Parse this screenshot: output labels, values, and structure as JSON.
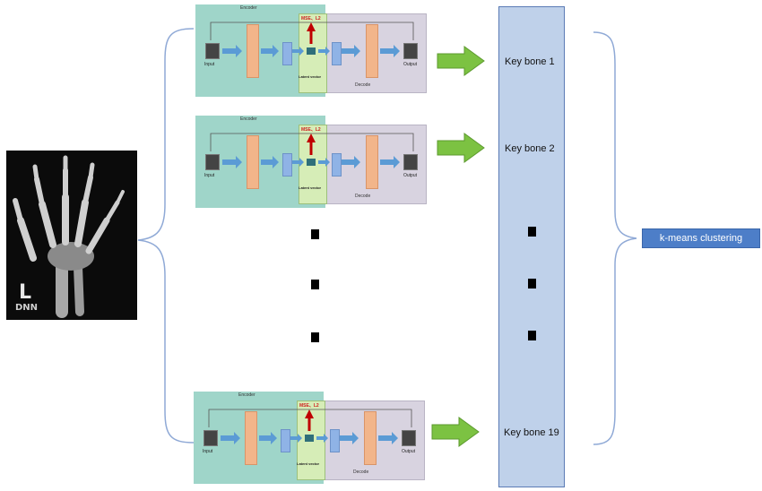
{
  "xray": {
    "mark_letter": "L",
    "mark_text": "DNN"
  },
  "autoencoder": {
    "encoder_label": "Encoder",
    "decoder_label": "Decode",
    "loss_label": "MSE、L2",
    "latent_label": "Latent vector",
    "input_label": "Input",
    "output_label": "Output"
  },
  "key_bones": [
    "Key bone 1",
    "Key bone 2",
    "Key bone 19"
  ],
  "clustering_label": "k-means clustering",
  "colors": {
    "encoder_bg": "#9fd5c9",
    "decoder_bg": "#d8d3e0",
    "latent_bg": "#d6edb7",
    "arrow_green": "#7cc242",
    "arrow_blue": "#5b9bd5",
    "key_column": "#bfd1ea",
    "cluster_box": "#4d7ec8",
    "brace": "#8fa9d6"
  }
}
